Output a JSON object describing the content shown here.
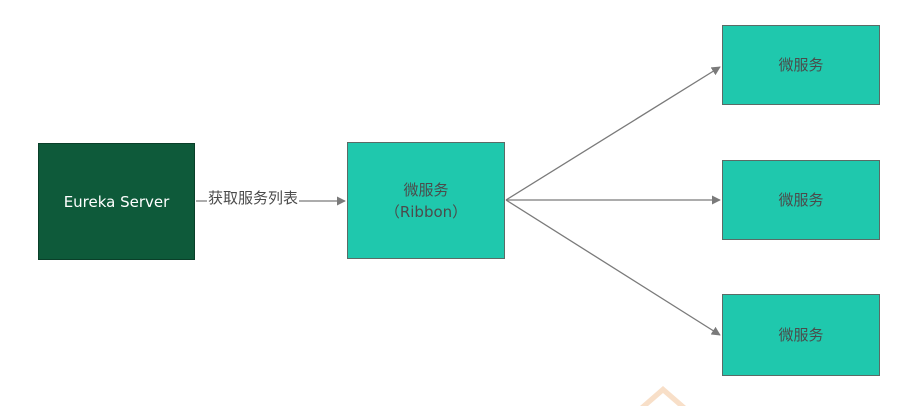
{
  "diagram": {
    "server": {
      "label": "Eureka  Server"
    },
    "client": {
      "line1": "微服务",
      "line2": "（Ribbon）"
    },
    "edge_label": "获取服务列表",
    "services": [
      {
        "label": "微服务"
      },
      {
        "label": "微服务"
      },
      {
        "label": "微服务"
      }
    ]
  },
  "colors": {
    "server_fill": "#0e5a3a",
    "service_fill": "#1fc8ad",
    "arrow": "#7a7a7a"
  }
}
